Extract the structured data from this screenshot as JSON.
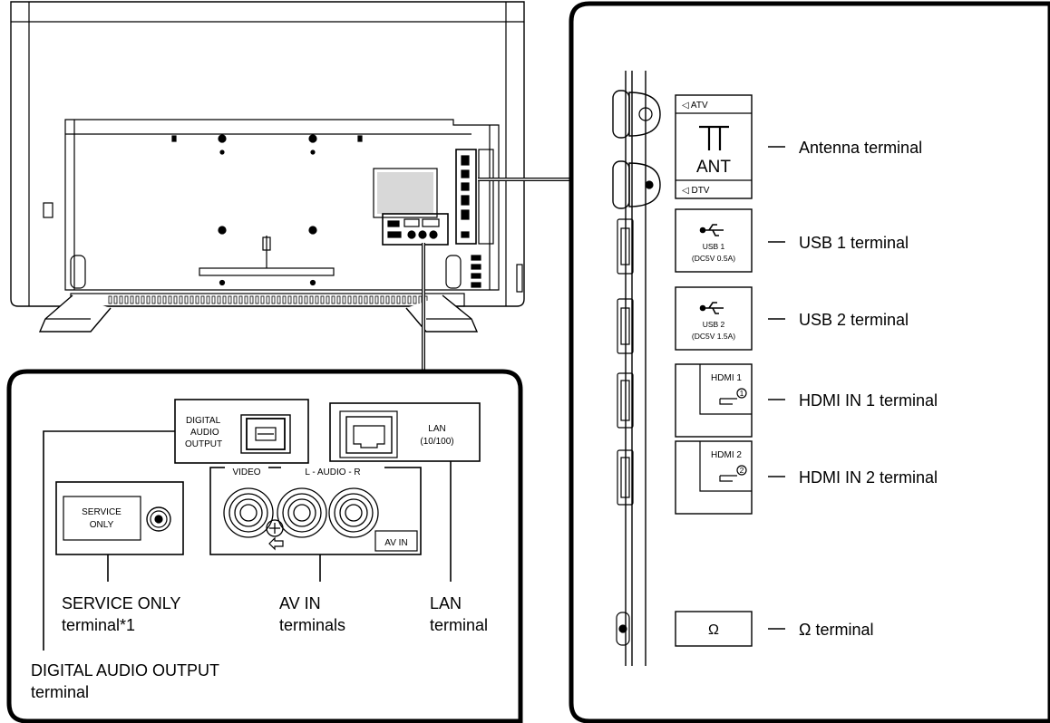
{
  "side_labels": {
    "antenna": "Antenna terminal",
    "usb1": "USB 1 terminal",
    "usb2": "USB 2 terminal",
    "hdmi1": "HDMI IN 1 terminal",
    "hdmi2": "HDMI IN 2 terminal",
    "headphone": "Ω terminal"
  },
  "side_ports": {
    "atv": "◁ ATV",
    "ant": "ANT",
    "dtv": "◁ DTV",
    "usb1_name": "USB 1",
    "usb1_rating": "(DC5V 0.5A)",
    "usb2_name": "USB 2",
    "usb2_rating": "(DC5V 1.5A)",
    "hdmi1": "HDMI 1",
    "hdmi2": "HDMI 2",
    "headphone_symbol": "Ω"
  },
  "bottom_panel": {
    "digital_audio_line1": "DIGITAL",
    "digital_audio_line2": "AUDIO",
    "digital_audio_line3": "OUTPUT",
    "lan_line1": "LAN",
    "lan_line2": "(10/100)",
    "video": "VIDEO",
    "audio": "L - AUDIO - R",
    "av_in": "AV IN",
    "service_line1": "SERVICE",
    "service_line2": "ONLY"
  },
  "bottom_labels": {
    "service_line1": "SERVICE ONLY",
    "service_line2": "terminal*1",
    "av_line1": "AV IN",
    "av_line2": "terminals",
    "lan_line1": "LAN",
    "lan_line2": "terminal",
    "digital_line1": "DIGITAL AUDIO OUTPUT",
    "digital_line2": "terminal"
  },
  "icons": [
    "antenna-icon",
    "usb-icon",
    "hdmi-icon",
    "headphone-icon"
  ]
}
